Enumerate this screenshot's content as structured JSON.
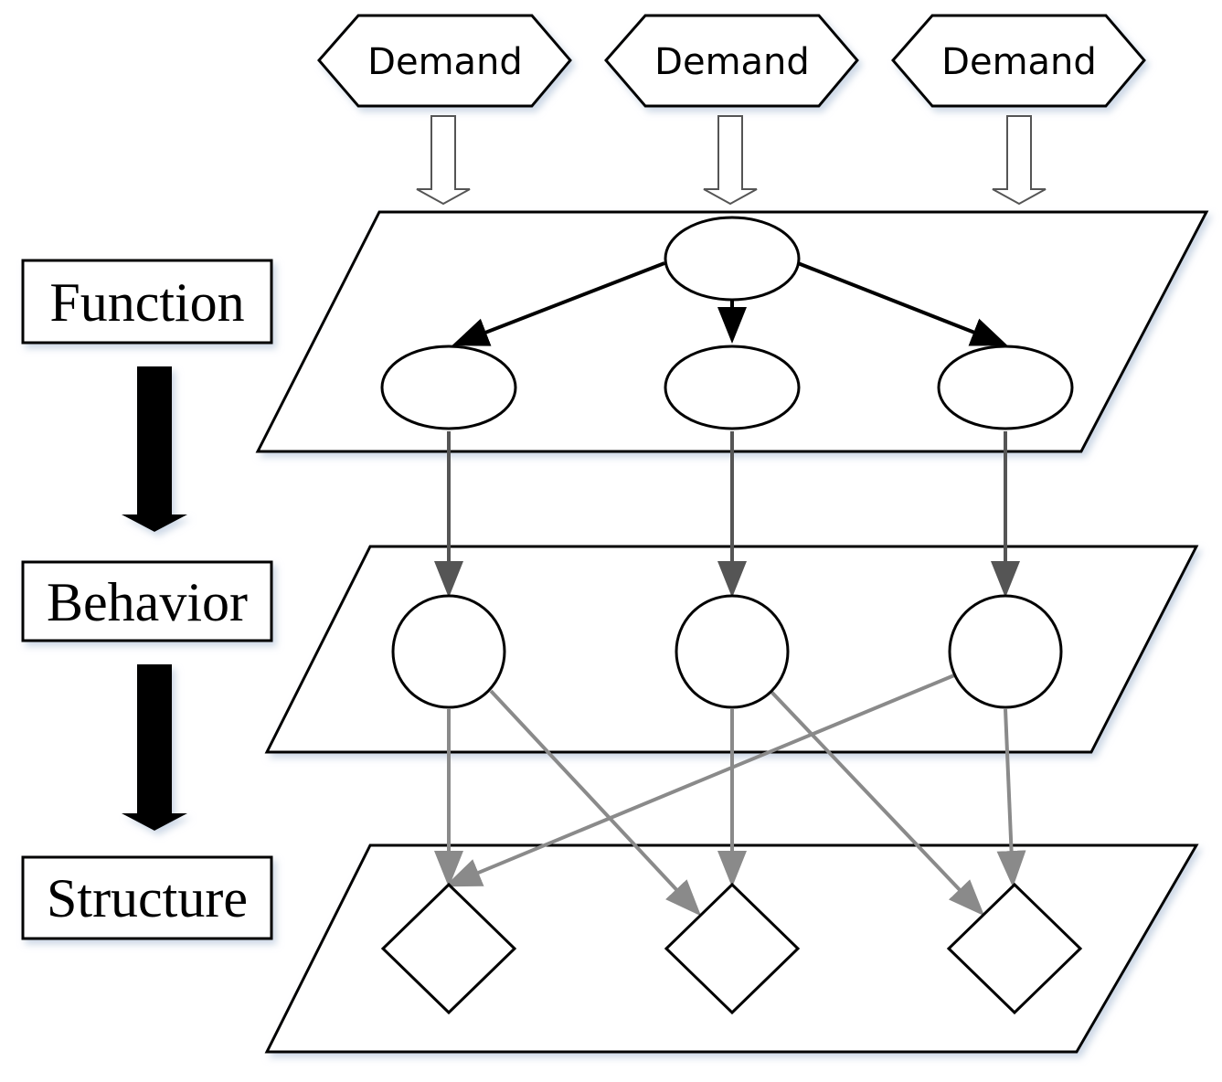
{
  "demands": [
    "Demand",
    "Demand",
    "Demand"
  ],
  "layers": [
    "Function",
    "Behavior",
    "Structure"
  ],
  "colors": {
    "outline": "#000000",
    "function_arrow": "#000000",
    "behavior_arrow": "#555555",
    "structure_arrow": "#8a8a8a",
    "hollow_arrow_fill": "#ffffff",
    "shadow": "#c9d6e6"
  }
}
